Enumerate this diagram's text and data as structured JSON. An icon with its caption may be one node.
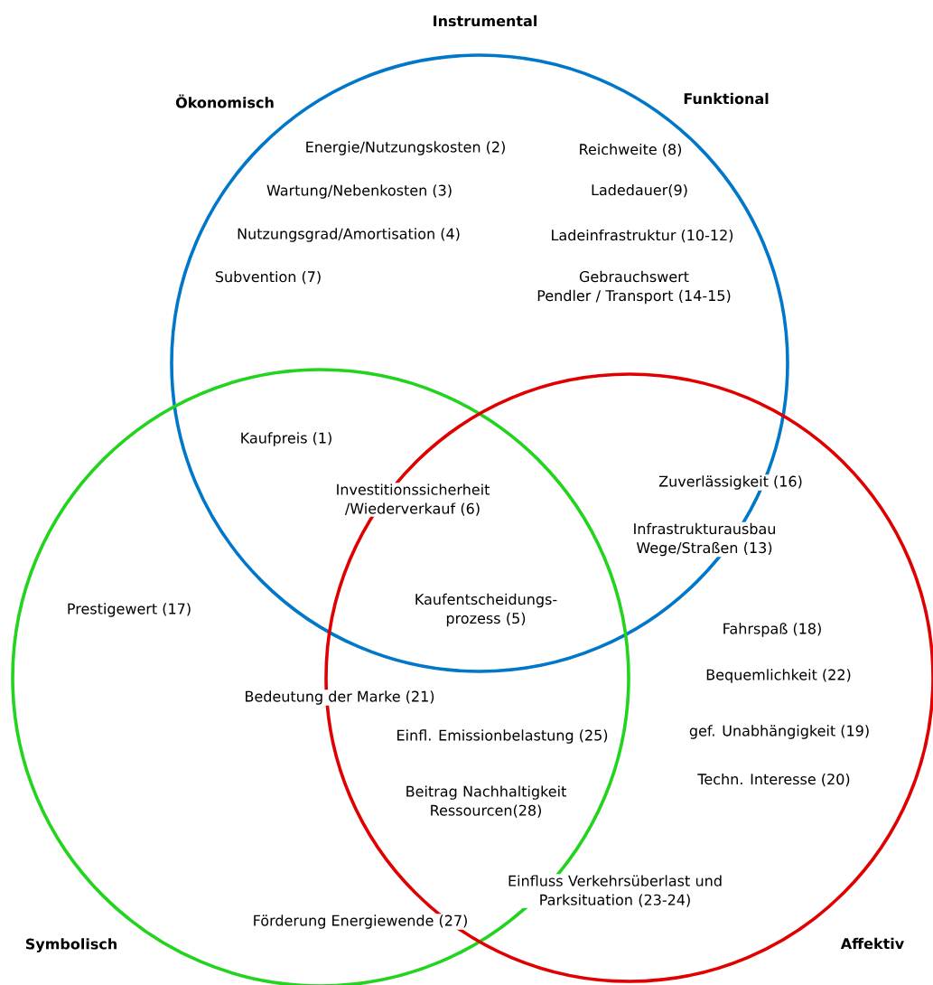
{
  "diagram": {
    "nodes": [
      {
        "text": [
          "Instrumental"
        ]
      },
      {
        "text": [
          "Symbolisch"
        ]
      },
      {
        "text": [
          "Affektiv"
        ]
      }
    ],
    "labels": [
      "Ökonomisch",
      "Funktional",
      "Energie/Nutzungskosten (2)",
      "Reichweite (8)",
      "Wartung/Nebenkosten (3)",
      "Ladedauer(9)",
      "Nutzungsgrad/Amortisation (4)",
      "Ladeinfrastruktur (10-12)",
      "Subvention (7)",
      "Gebrauchswert Pendler / Transport (14-15)",
      "Kaufpreis (1)",
      "Zuverlässigkeit (16)",
      "Investitionssicherheit /Wiederverkauf (6)",
      "Infrastrukturausbau Wege/Straßen (13)",
      "Prestigewert (17)",
      "Kaufentscheidungs- prozess (5)",
      "Fahrspaß (18)",
      "Bequemlichkeit (22)",
      "Bedeutung der Marke (21)",
      "Einfl. Emissionbelastung (25)",
      "gef. Unabhängigkeit (19)",
      "Techn. Interesse (20)",
      "Beitrag Nachhaltigkeit Ressourcen(28)",
      "Einfluss Verkehrsüberlast und Parksituation (23-24)",
      "Förderung Energiewende (27)"
    ]
  }
}
